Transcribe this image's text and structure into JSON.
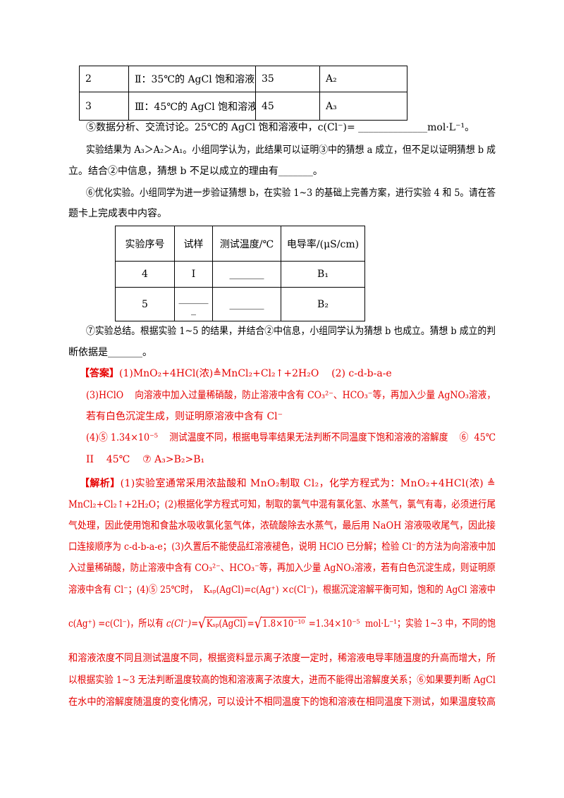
{
  "colors": {
    "text": "#000000",
    "answer": "#e60000"
  },
  "table1": {
    "rows": [
      [
        "2",
        "Ⅱ：35℃的 AgCl 饱和溶液",
        "35",
        "A₂"
      ],
      [
        "3",
        "Ⅲ：45℃的 AgCl 饱和溶液",
        "45",
        "A₃"
      ]
    ]
  },
  "question": {
    "lines": [
      "⑤数据分析、交流讨论。25℃的 AgCl 饱和溶液中，c(Cl⁻)= ______________mol·L⁻¹。",
      "实验结果为 A₃＞A₂＞A₁。小组同学认为，此结果可以证明③中的猜想 a 成立，但不足以证明猜想 b 成",
      "立。结合②中信息，猜想 b 不足以成立的理由有_______。",
      "⑥优化实验。小组同学为进一步验证猜想 b，在实验 1~3 的基础上完善方案，进行实验 4 和 5。请在答",
      "题卡上完成表中内容。"
    ],
    "lines_after_table": [
      "⑦实验总结。根据实验 1~5 的结果，并结合②中信息，小组同学认为猜想 b 也成立。猜想 b 成立的判",
      "断依据是_______。"
    ]
  },
  "table2": {
    "headers": [
      "实验序号",
      "试样",
      "测试温度/℃",
      "电导率/(μS/cm)"
    ],
    "rows": [
      [
        "4",
        "Ⅰ",
        "_______",
        "B₁"
      ],
      [
        "5",
        [
          "______",
          "_"
        ],
        "_______",
        "B₂"
      ]
    ]
  },
  "answer": {
    "label": "【答案】",
    "lines": [
      "(1)MnO₂+4HCl(浓)≜MnCl₂+Cl₂↑+2H₂O    (2) c-d-b-a-e",
      "(3)HClO    向溶液中加入过量稀硝酸，防止溶液中含有 CO₃²⁻、HCO₃⁻等，再加入少量 AgNO₃溶液，",
      "若有白色沉淀生成，则证明原溶液中含有 Cl⁻",
      "(4)⑤ 1.34×10⁻⁵    测试温度不同，根据电导率结果无法判断不同温度下饱和溶液的溶解度    ⑥  45℃",
      "II    45℃    ⑦ A₃>B₂>B₁"
    ]
  },
  "analysis": {
    "label": "【解析】",
    "lines": [
      "(1)实验室通常采用浓盐酸和 MnO₂制取 Cl₂，化学方程式为：MnO₂+4HCl(浓) ≜",
      "MnCl₂+Cl₂↑+2H₂O；(2)根据化学方程式可知，制取的氯气中混有氯化氢、水蒸气，氯气有毒，必须进行尾",
      "气处理，因此使用饱和食盐水吸收氯化氢气体，浓硫酸除去水蒸气，最后用 NaOH 溶液吸收尾气，因此接",
      "口连接顺序为 c-d-b-a-e；(3)久置后不能使品红溶液褪色，说明 HClO 已分解；检验 Cl⁻的方法为向溶液中加",
      "入过量稀硝酸，防止溶液中含有 CO₃²⁻、HCO₃⁻等，再加入少量 AgNO₃溶液，若有白色沉淀生成，则证明原",
      "溶液中含有 Cl⁻；(4)⑤ 25℃时，  Kₛₚ(AgCl)=c(Ag⁺) ×c(Cl⁻)，根据沉淀溶解平衡可知，饱和的 AgCl 溶液中"
    ],
    "formula": {
      "before": "c(Ag⁺) =c(Cl⁻)，所以有 ",
      "lhs": "c(Cl⁻)",
      "eq1": "=",
      "radicand1": "Kₛₚ(AgCl)",
      "eq2": "=",
      "radicand2": "1.8×10⁻¹⁰",
      "after": " =1.34×10⁻⁵  mol·L⁻¹；实验 1~3 中，不同的饱"
    },
    "lines_after_formula": [
      "和溶液浓度不同且测试温度不同，根据资料显示离子浓度一定时，稀溶液电导率随温度的升高而增大，所",
      "以根据实验 1~3 无法判断温度较高的饱和溶液离子浓度大，进而不能得出溶解度关系；⑥如果要判断 AgCl",
      "在水中的溶解度随温度的变化情况，可以设计不相同温度下的饱和溶液在相同温度下测试，如果温度较高"
    ]
  }
}
